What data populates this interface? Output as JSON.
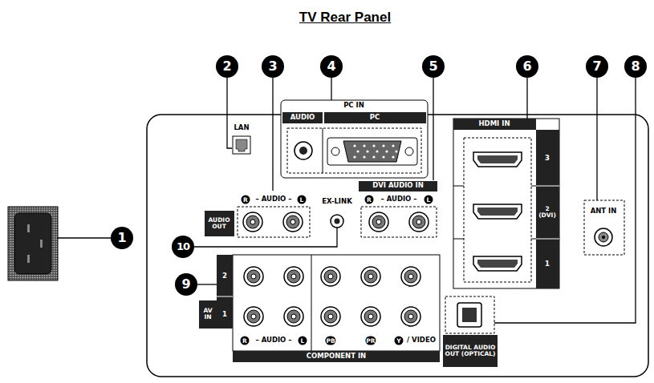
{
  "diagram": {
    "title": "TV Rear Panel",
    "labels": [
      "2",
      "3",
      "4",
      "5",
      "6",
      "7",
      "8",
      "1",
      "LAN",
      "PC IN",
      "AUDIO",
      "PC",
      "R",
      "– AUDIO –",
      "L",
      "AUDIO OUT",
      "EX-LINK",
      "DVI AUDIO IN",
      "R",
      "– AUDIO –",
      "L",
      "HDMI IN",
      "3",
      "2 (DVI)",
      "1",
      "ANT IN",
      "10",
      "9",
      "2",
      "AV IN",
      "1",
      "R",
      "– AUDIO –",
      "L",
      "PB",
      "PR",
      "Y",
      "/ VIDEO",
      "COMPONENT IN",
      "DIGITAL AUDIO OUT (OPTICAL)"
    ]
  }
}
